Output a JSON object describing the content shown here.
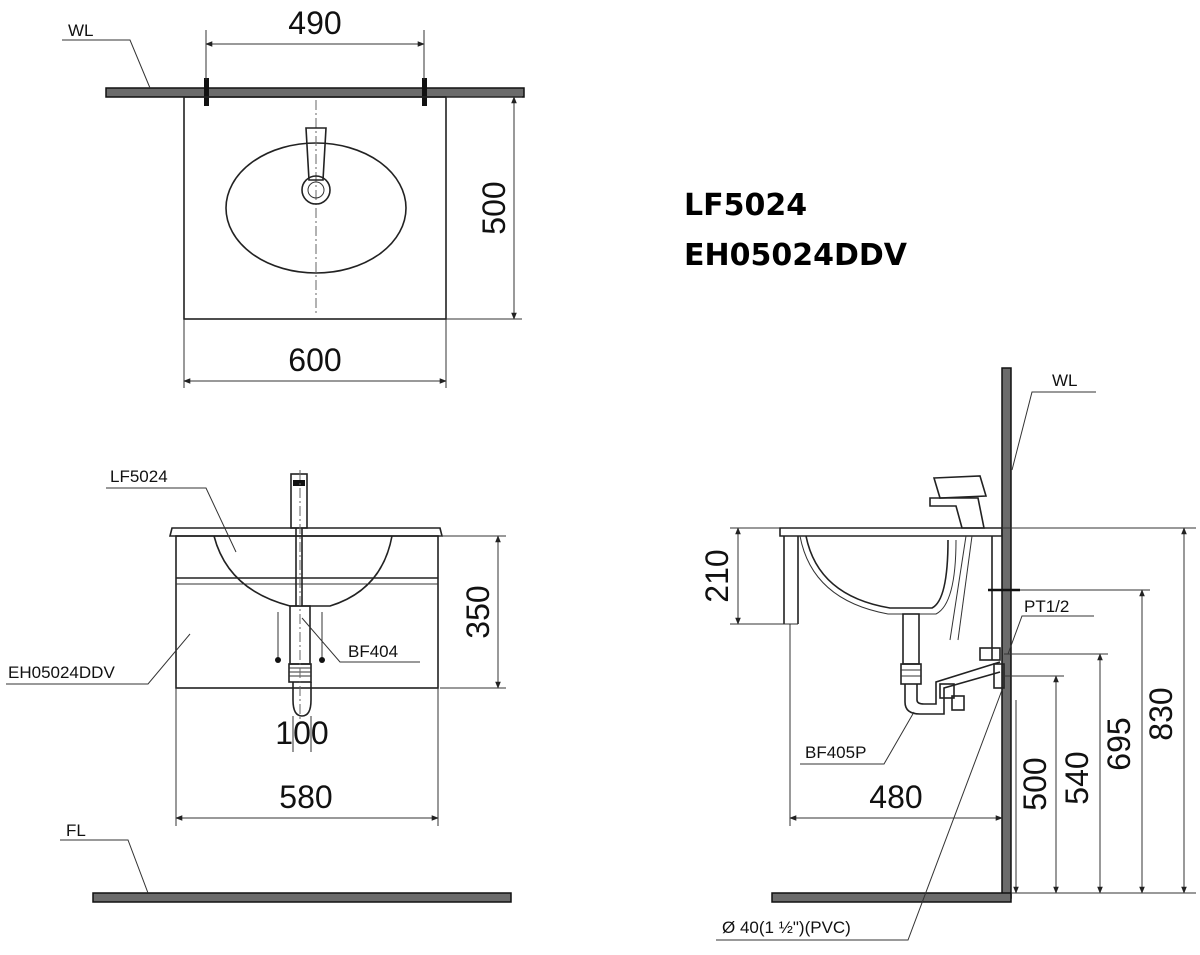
{
  "titles": {
    "model_1": "LF5024",
    "model_2": "EH05024DDV"
  },
  "top_view": {
    "wall_label": "WL",
    "dim_width_mount": "490",
    "dim_depth": "500",
    "dim_width": "600"
  },
  "front_view": {
    "label_basin": "LF5024",
    "label_cabinet": "EH05024DDV",
    "label_drain": "BF404",
    "dim_height": "350",
    "dim_drain": "100",
    "dim_width": "580",
    "floor_label": "FL"
  },
  "side_view": {
    "wall_label": "WL",
    "label_supply": "PT1/2",
    "label_trap": "BF405P",
    "label_pipe": "Ø  40(1 ½\")(PVC)",
    "dim_basin_height": "210",
    "dim_depth": "480",
    "dim_h_500": "500",
    "dim_h_540": "540",
    "dim_h_695": "695",
    "dim_h_830": "830"
  }
}
